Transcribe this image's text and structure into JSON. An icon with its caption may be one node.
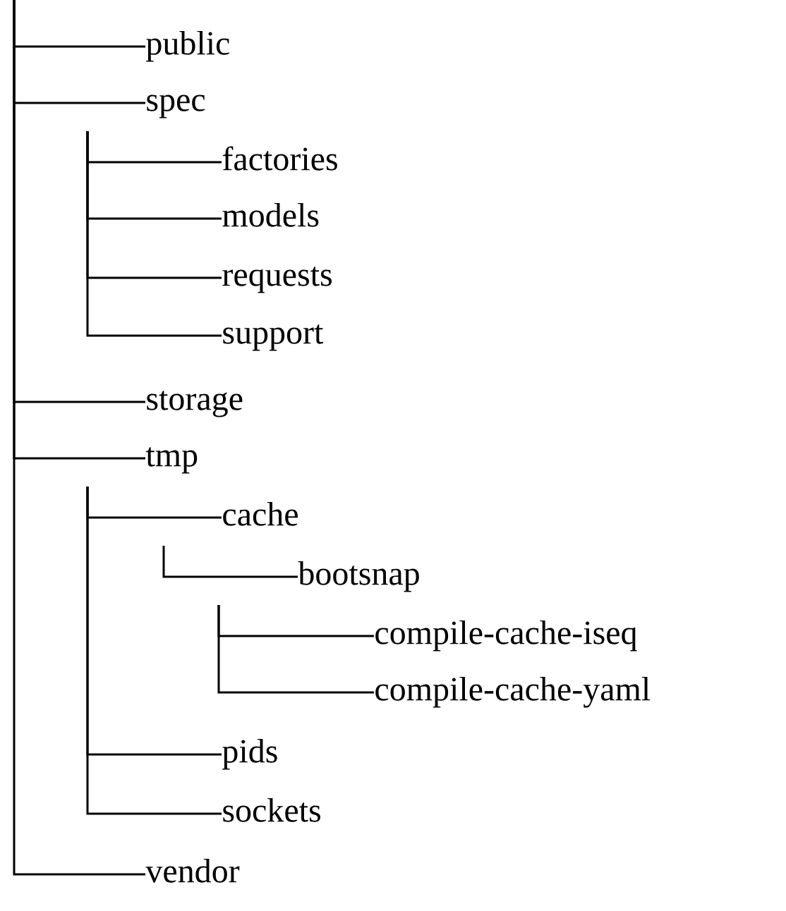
{
  "diagram": {
    "nodes": [
      {
        "text": [
          "public"
        ]
      },
      {
        "text": [
          "spec"
        ]
      },
      {
        "text": [
          "factories"
        ]
      },
      {
        "text": [
          "models"
        ]
      },
      {
        "text": [
          "requests"
        ]
      },
      {
        "text": [
          "support"
        ]
      },
      {
        "text": [
          "storage"
        ]
      },
      {
        "text": [
          "tmp"
        ]
      },
      {
        "text": [
          "cache"
        ]
      },
      {
        "text": [
          "bootsnap"
        ]
      },
      {
        "text": [
          "compile-cache-iseq"
        ]
      },
      {
        "text": [
          "compile-cache-yaml"
        ]
      },
      {
        "text": [
          "pids"
        ]
      },
      {
        "text": [
          "sockets"
        ]
      },
      {
        "text": [
          "vendor"
        ]
      }
    ],
    "edges": [
      {
        "from": null,
        "to": 0,
        "arrow": "none"
      },
      {
        "from": null,
        "to": 1,
        "arrow": "none"
      },
      {
        "from": null,
        "to": 2,
        "arrow": "none"
      },
      {
        "from": null,
        "to": 3,
        "arrow": "none"
      },
      {
        "from": null,
        "to": 4,
        "arrow": "none"
      },
      {
        "from": null,
        "to": 5,
        "arrow": "none"
      },
      {
        "from": null,
        "to": 6,
        "arrow": "none"
      },
      {
        "from": null,
        "to": 7,
        "arrow": "none"
      },
      {
        "from": null,
        "to": 8,
        "arrow": "none"
      },
      {
        "from": null,
        "to": 9,
        "arrow": "none"
      },
      {
        "from": null,
        "to": 10,
        "arrow": "none"
      },
      {
        "from": null,
        "to": 11,
        "arrow": "none"
      },
      {
        "from": null,
        "to": 12,
        "arrow": "none"
      },
      {
        "from": null,
        "to": 13,
        "arrow": "none"
      },
      {
        "from": null,
        "to": 14,
        "arrow": "none"
      }
    ]
  }
}
